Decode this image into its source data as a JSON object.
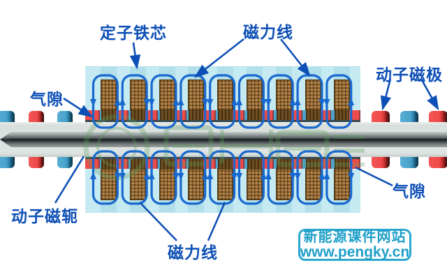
{
  "diagram": {
    "labels": {
      "stator_core": "定子铁芯",
      "flux_lines_top": "磁力线",
      "mover_pole": "动子磁极",
      "air_gap_left": "气隙",
      "air_gap_right": "气隙",
      "mover_yoke": "动子磁轭",
      "flux_lines_bottom": "磁力线"
    },
    "colors": {
      "label_blue": "#0d4fb6",
      "flux_blue": "#1868cf",
      "stator_fill": "#b2dfe9",
      "slot_fill": "#c6eaf2",
      "coil_copper": "#b5854a",
      "coil_dark": "#6f4e1f",
      "pole_red": "#ef4a4a",
      "pole_blue": "#4aa3cc",
      "yoke_gray": "#dde4e1",
      "gap_dark": "#3a4850",
      "badge_cyan": "#1f9fc9",
      "watermark_green": "#5f9e5f"
    },
    "structure": {
      "coil_count_top": 9,
      "coil_count_bottom": 9,
      "pole_strip_segments": 19,
      "pole_strip_start_color": "red",
      "outside_poles_left_top": [
        "blue",
        "red",
        "blue"
      ],
      "outside_poles_right_top": [
        "red",
        "blue",
        "red"
      ],
      "outside_poles_left_bottom": [
        "blue",
        "red",
        "blue"
      ],
      "outside_poles_right_bottom": [
        "red",
        "blue",
        "red"
      ]
    }
  },
  "watermark_badge": {
    "line1": "新能源课件网站",
    "line2": "www.pengky.cn"
  }
}
